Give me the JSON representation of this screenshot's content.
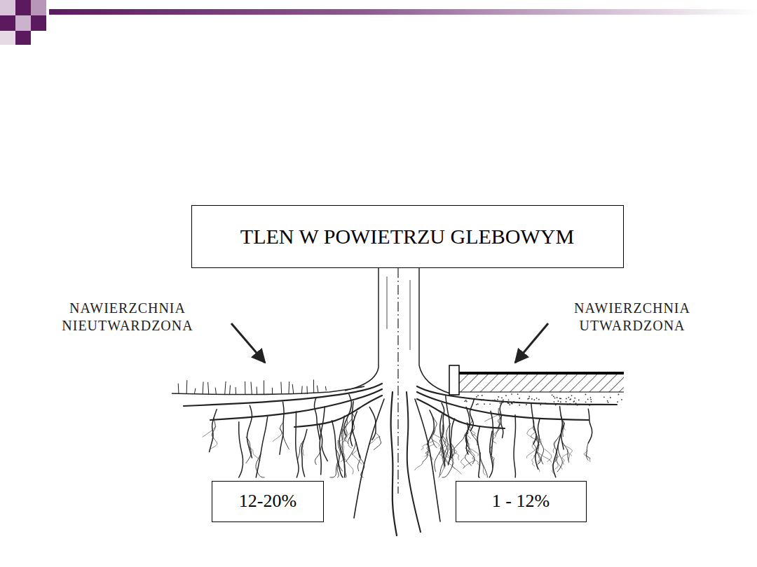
{
  "diagram": {
    "nodes": [
      {
        "text": [
          "TLEN W POWIETRZU GLEBOWYM"
        ]
      },
      {
        "text": [
          "12-20%"
        ]
      },
      {
        "text": [
          "1 - 12%"
        ]
      }
    ],
    "labels": [
      "NAWIERZCHNIA NIEUTWARDZONA",
      "NAWIERZCHNIA UTWARDZONA"
    ]
  }
}
